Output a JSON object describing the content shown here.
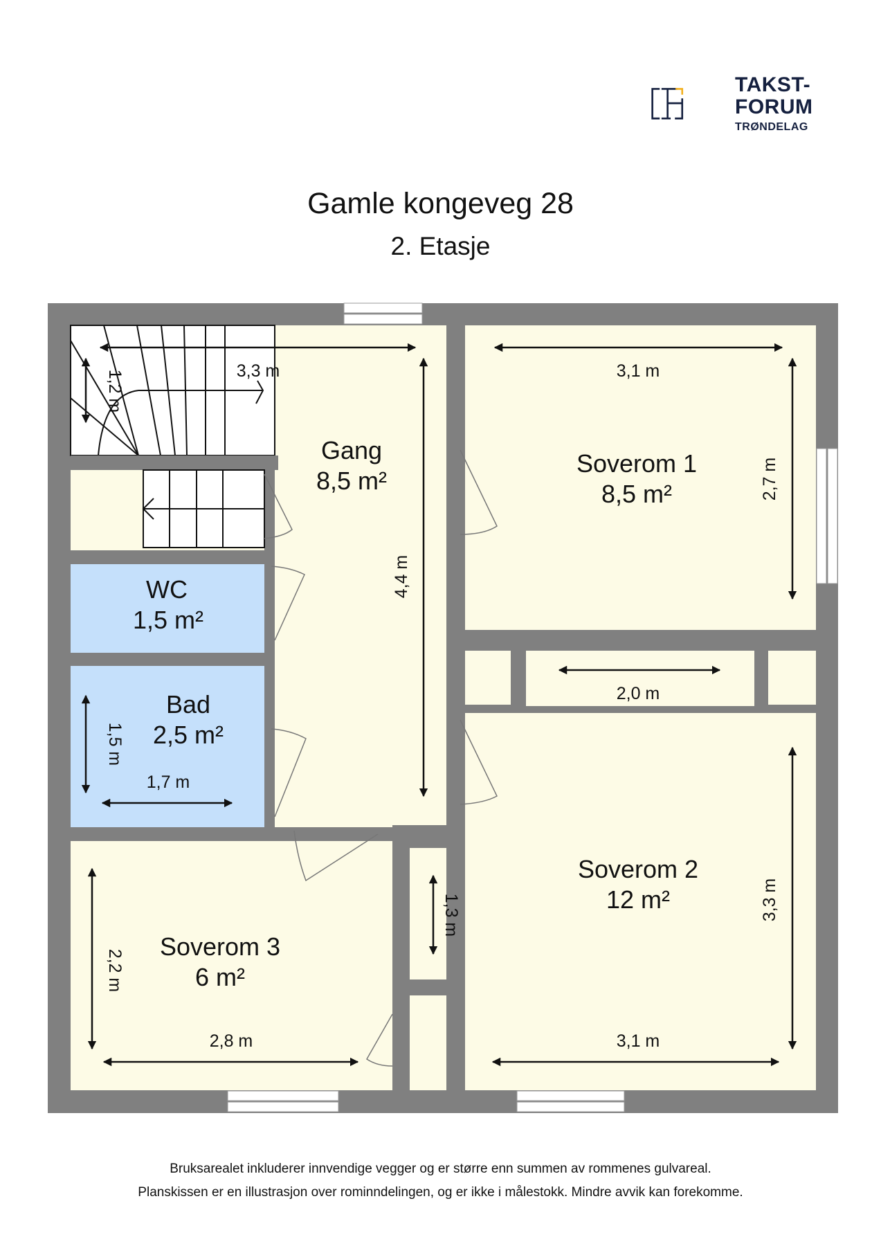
{
  "header": {
    "logo": {
      "line1": "TAKST-",
      "line2": "FORUM",
      "line3": "TRØNDELAG",
      "colors": {
        "primary": "#15203f",
        "accent": "#f2b01e"
      }
    },
    "title": "Gamle kongeveg 28",
    "subtitle": "2. Etasje"
  },
  "plan": {
    "colors": {
      "wall": "#808080",
      "floor": "#fdfbe6",
      "wet_room": "#c5e0fb",
      "stair": "#ffffff",
      "window": "#ffffff"
    },
    "rooms": [
      {
        "name": "Gang",
        "area": "8,5 m²"
      },
      {
        "name": "Soverom 1",
        "area": "8,5 m²"
      },
      {
        "name": "WC",
        "area": "1,5 m²"
      },
      {
        "name": "Bad",
        "area": "2,5 m²"
      },
      {
        "name": "Soverom 2",
        "area": "12 m²"
      },
      {
        "name": "Soverom 3",
        "area": "6 m²"
      }
    ],
    "dimensions": {
      "gang_width": "3,3 m",
      "stair_width": "1,2 m",
      "gang_length": "4,4 m",
      "soverom1_width": "3,1 m",
      "soverom1_depth": "2,7 m",
      "bad_depth": "1,5 m",
      "bad_width": "1,7 m",
      "soverom2_alcove": "2,0 m",
      "soverom2_depth": "3,3 m",
      "soverom2_nook": "1,3 m",
      "soverom2_width": "3,1 m",
      "soverom3_depth": "2,2 m",
      "soverom3_width": "2,8 m"
    }
  },
  "footer": {
    "line1": "Bruksarealet inkluderer innvendige vegger og er større enn summen av rommenes gulvareal.",
    "line2": "Planskissen er en illustrasjon over rominndelingen, og er ikke i målestokk. Mindre avvik kan forekomme."
  }
}
